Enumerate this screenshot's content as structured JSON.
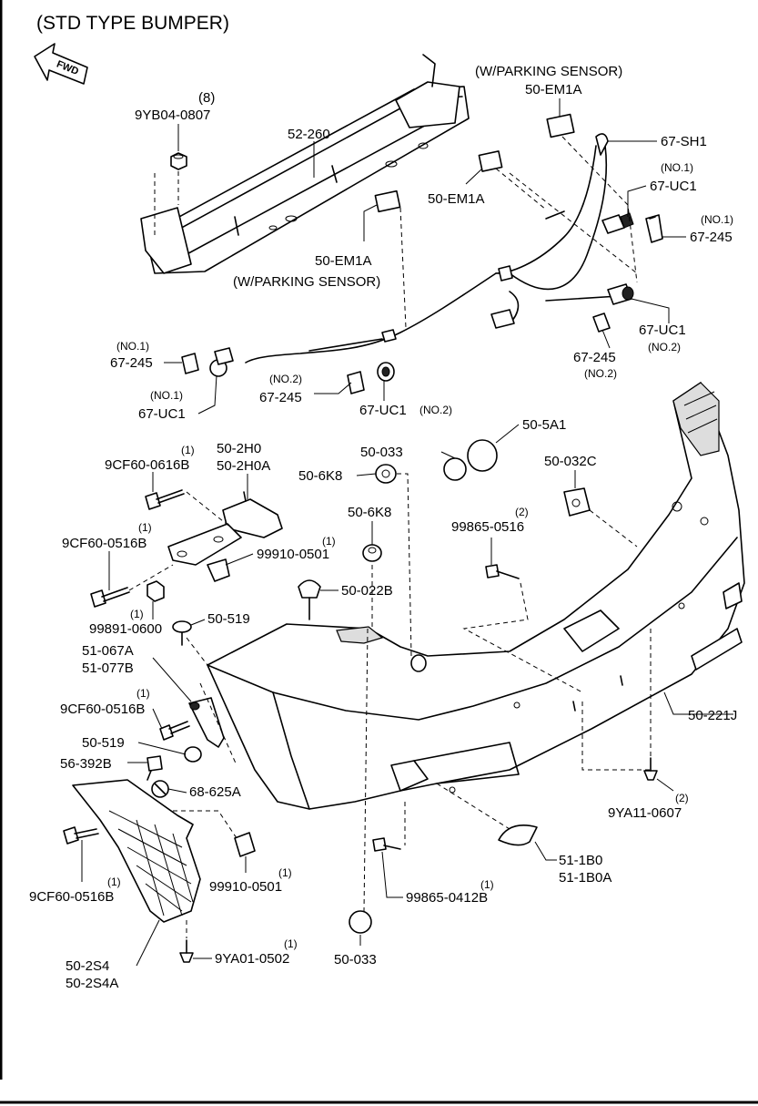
{
  "title": "(STD TYPE BUMPER)",
  "fwd_label": "FWD",
  "labels": {
    "qty_8": "(8)",
    "p_9yb04_0807": "9YB04-0807",
    "p_52_260": "52-260",
    "w_parking_sensor_top": "(W/PARKING SENSOR)",
    "p_50_em1a_top": "50-EM1A",
    "p_67_sh1": "67-SH1",
    "no1_uc1_right": "(NO.1)",
    "p_67_uc1_right": "67-UC1",
    "no1_245_right": "(NO.1)",
    "p_67_245_right": "67-245",
    "p_50_em1a_mid": "50-EM1A",
    "p_50_em1a_left": "50-EM1A",
    "w_parking_sensor_mid": "(W/PARKING SENSOR)",
    "p_67_uc1_no2_right": "67-UC1",
    "no2_uc1_right": "(NO.2)",
    "p_67_245_no2_right": "67-245",
    "no2_245_right": "(NO.2)",
    "no1_245_left": "(NO.1)",
    "p_67_245_left": "67-245",
    "no1_uc1_left": "(NO.1)",
    "p_67_uc1_left": "67-UC1",
    "no2_245_center": "(NO.2)",
    "p_67_245_center": "67-245",
    "p_67_uc1_center": "67-UC1",
    "no2_uc1_center": "(NO.2)",
    "qty_1_a": "(1)",
    "p_9cf60_0616b": "9CF60-0616B",
    "p_50_2h0": "50-2H0",
    "p_50_2h0a": "50-2H0A",
    "qty_1_b": "(1)",
    "p_9cf60_0516b_a": "9CF60-0516B",
    "qty_1_c": "(1)",
    "p_99910_0501_a": "99910-0501",
    "qty_1_d": "(1)",
    "p_99891_0600": "99891-0600",
    "p_50_519_a": "50-519",
    "p_51_067a": "51-067A",
    "p_51_077b": "51-077B",
    "qty_1_e": "(1)",
    "p_9cf60_0516b_b": "9CF60-0516B",
    "p_50_519_b": "50-519",
    "p_56_392b": "56-392B",
    "p_68_625a": "68-625A",
    "p_9cf60_0516b_c": "9CF60-0516B",
    "qty_1_f": "(1)",
    "p_99910_0501_b": "99910-0501",
    "qty_1_g": "(1)",
    "p_50_2s4": "50-2S4",
    "p_50_2s4a": "50-2S4A",
    "qty_1_h": "(1)",
    "p_9ya01_0502": "9YA01-0502",
    "p_50_033_a": "50-033",
    "p_50_5a1": "50-5A1",
    "p_50_6k8_a": "50-6K8",
    "p_50_6k8_b": "50-6K8",
    "p_50_032c": "50-032C",
    "qty_2_a": "(2)",
    "p_99865_0516": "99865-0516",
    "p_50_022b": "50-022B",
    "p_50_221j": "50-221J",
    "qty_2_b": "(2)",
    "p_9ya11_0607": "9YA11-0607",
    "p_51_1b0": "51-1B0",
    "p_51_1b0a": "51-1B0A",
    "qty_1_i": "(1)",
    "p_99865_0412b": "99865-0412B",
    "p_50_033_b": "50-033"
  }
}
